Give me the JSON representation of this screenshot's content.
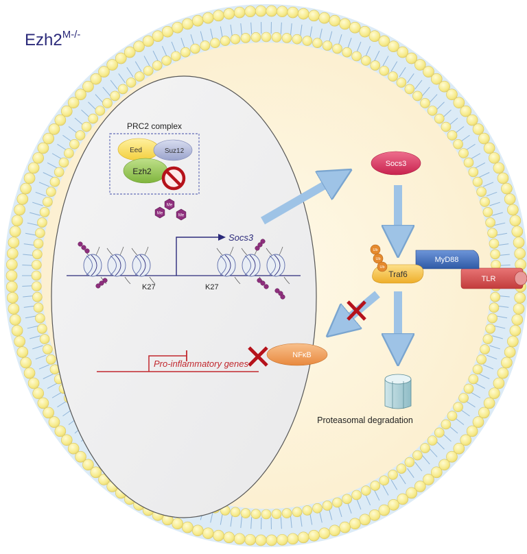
{
  "title": {
    "gene": "Ezh2",
    "superscript": "M-/-"
  },
  "prc2": {
    "label": "PRC2 complex",
    "eed": "Eed",
    "suz12": "Suz12",
    "ezh2": "Ezh2",
    "methyl": "Me"
  },
  "chromatin": {
    "socs3_gene": "Socs3",
    "k27_left": "K27",
    "k27_right": "K27"
  },
  "inflammatory": {
    "label": "Pro-inflammatory genes"
  },
  "cytoplasm": {
    "socs3": "Socs3",
    "traf6": "Traf6",
    "myd88": "MyD88",
    "tlr": "TLR",
    "ub": "Ub",
    "nfkb": "NFκB",
    "degradation": "Proteasomal degradation"
  },
  "colors": {
    "membrane_bead": "#f6ea8a",
    "membrane_tail": "#a9c9e6",
    "cytoplasm": "#fdf6df",
    "nucleus": "#f1f1f2",
    "arrow": "#9ec3e6",
    "inhibit_red": "#c1272d",
    "title": "#2b2a7a",
    "socs3": "#e0426c",
    "traf6": "#f7c24a",
    "myd88": "#4a78c4",
    "tlr": "#d85a5a",
    "nfkb": "#f2a25e",
    "ub": "#e58a2e"
  }
}
